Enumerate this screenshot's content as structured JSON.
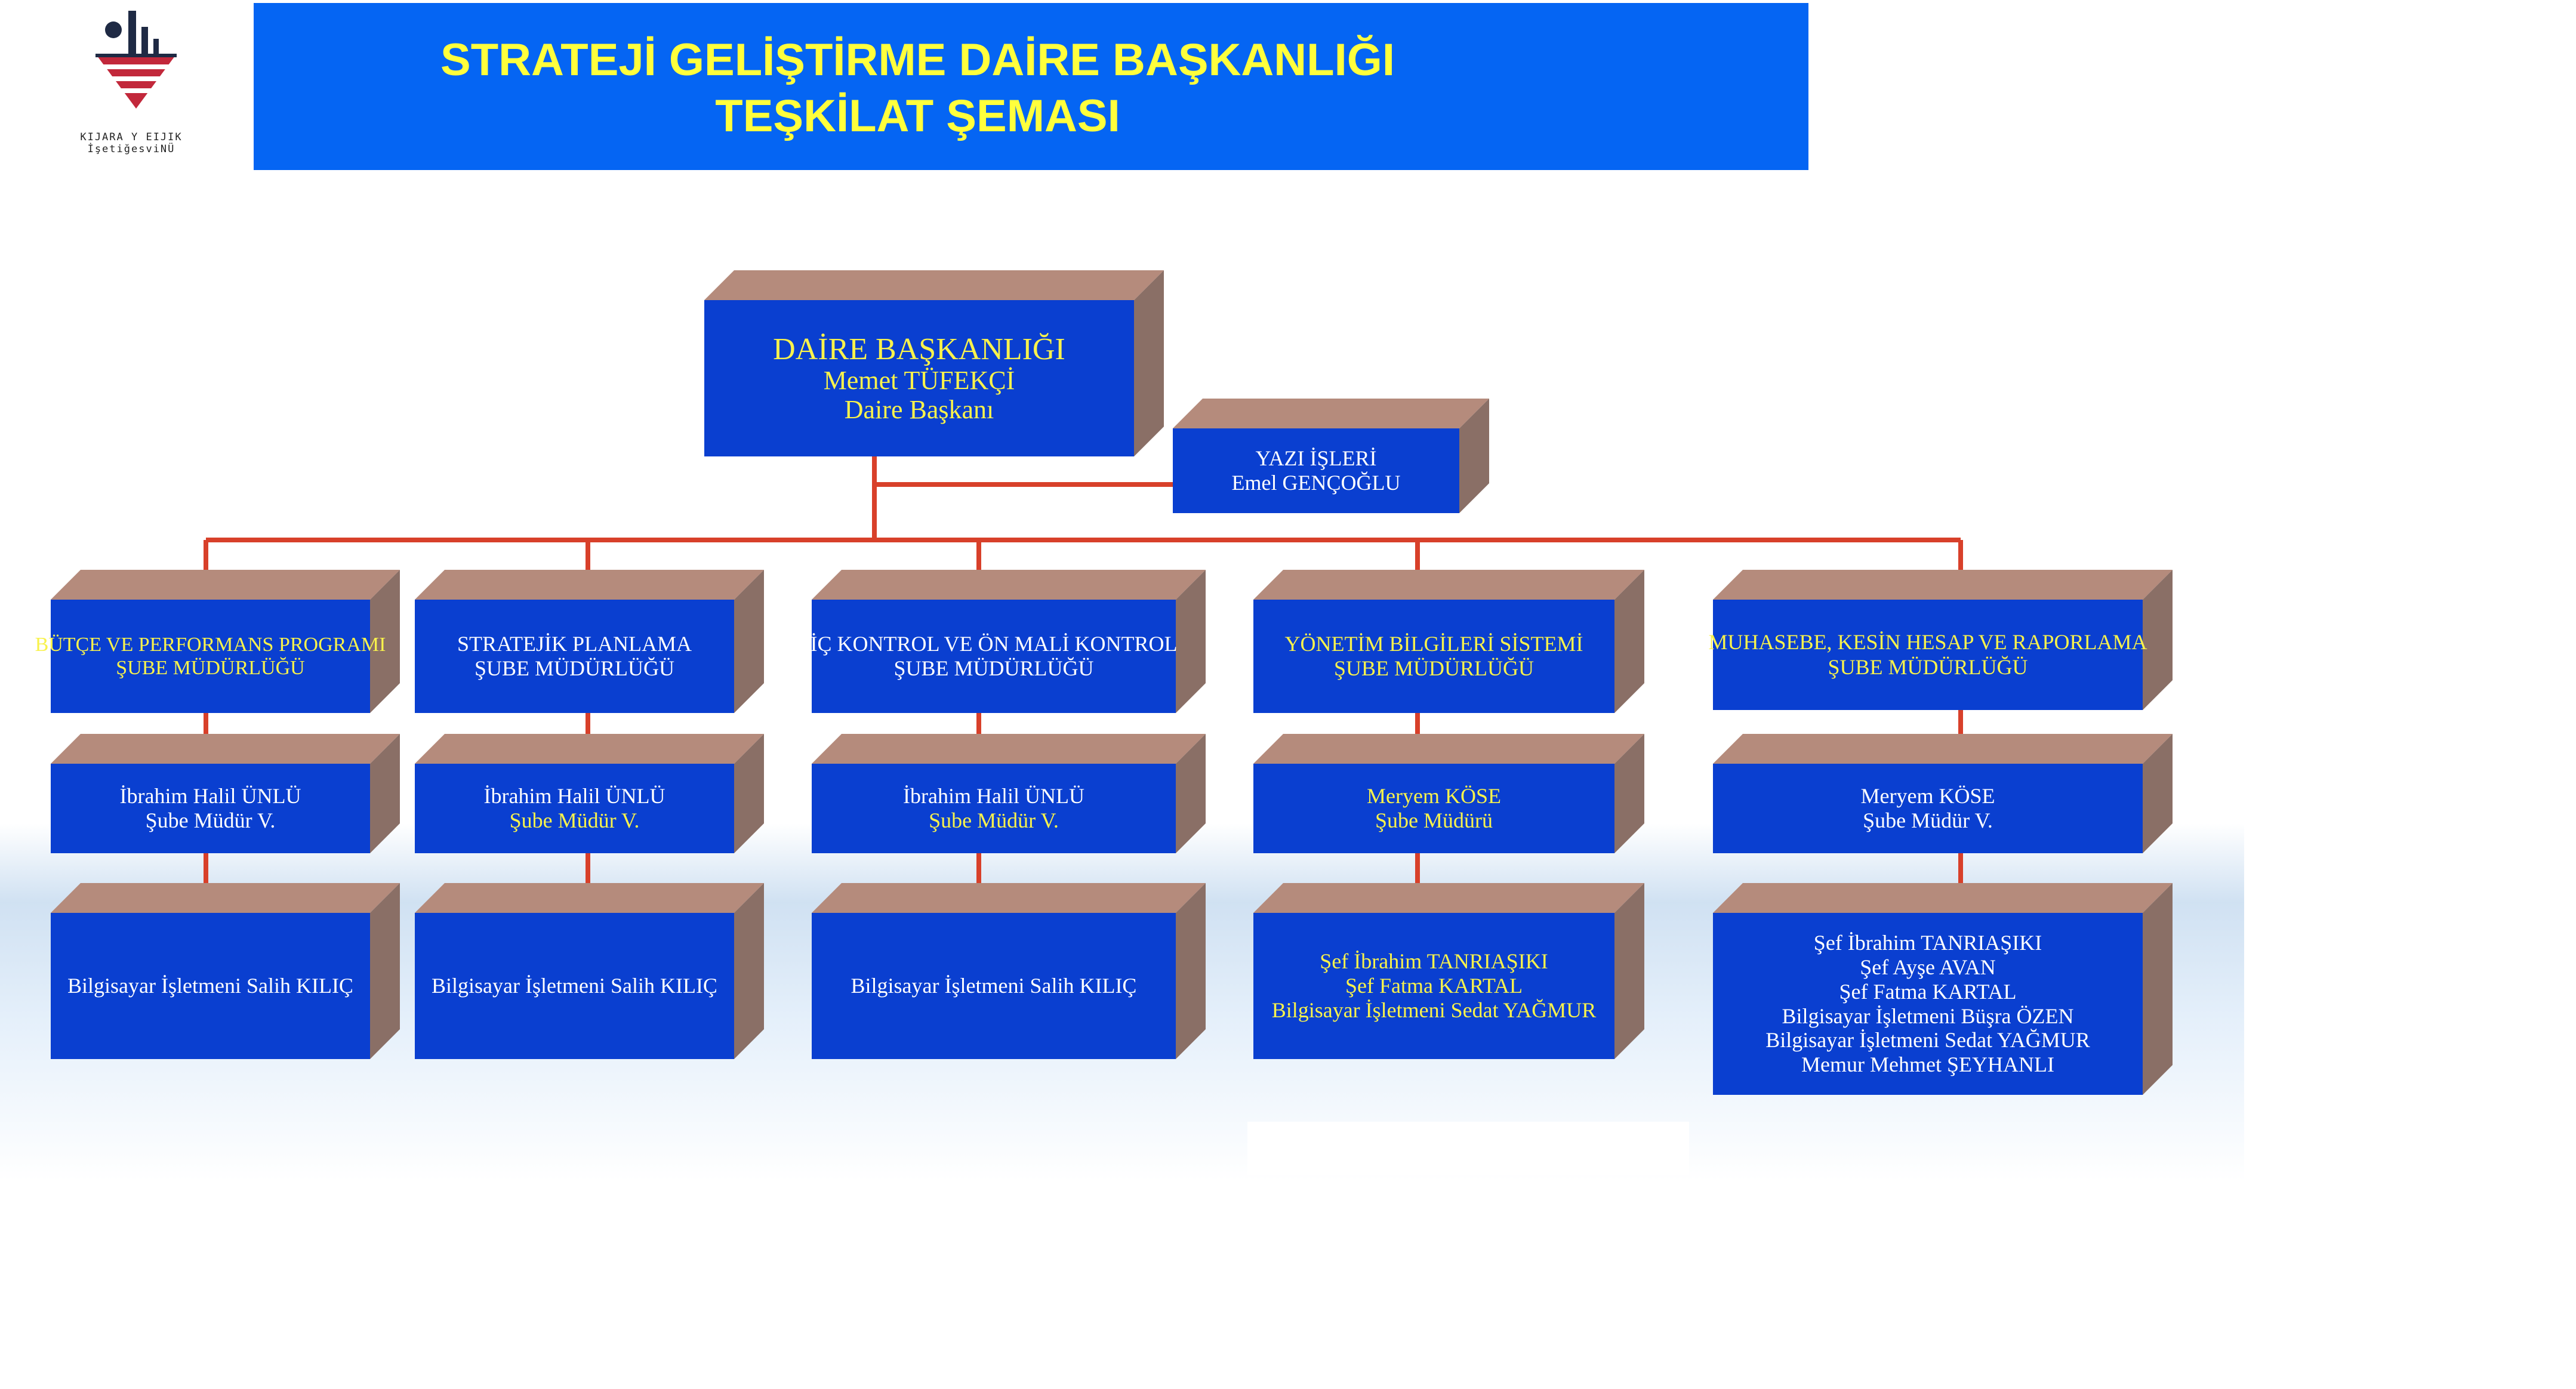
{
  "header": {
    "title_line1": "STRATEJİ GELİŞTİRME DAİRE BAŞKANLIĞI",
    "title_line2": "TEŞKİLAT ŞEMASI"
  },
  "logo": {
    "text_line1": "KIJARA Y EIJIK",
    "text_line2": "İşetiğesviNÜ"
  },
  "colors": {
    "box_front": "#0a3fd0",
    "box_top": "#b58b7c",
    "box_side": "#8a6f66",
    "connector": "#d8402a",
    "header_bg": "#0565f3",
    "title_text": "#ffff3c",
    "yellow_text": "#f8f24c"
  },
  "chart": {
    "head": {
      "lines": [
        "DAİRE BAŞKANLIĞI",
        "Memet TÜFEKÇİ",
        "Daire Başkanı"
      ]
    },
    "secretariat": {
      "lines": [
        "YAZI İŞLERİ",
        "Emel GENÇOĞLU"
      ]
    },
    "departments": [
      {
        "unit": [
          "BÜTÇE VE PERFORMANS PROGRAMI",
          "ŞUBE MÜDÜRLÜĞÜ"
        ],
        "manager": [
          "İbrahim Halil ÜNLÜ",
          "Şube Müdür V."
        ],
        "staff": [
          "Bilgisayar İşletmeni Salih KILIÇ"
        ]
      },
      {
        "unit": [
          "STRATEJİK PLANLAMA",
          "ŞUBE MÜDÜRLÜĞÜ"
        ],
        "manager": [
          "İbrahim Halil ÜNLÜ",
          "Şube Müdür V."
        ],
        "staff": [
          "Bilgisayar İşletmeni Salih KILIÇ"
        ]
      },
      {
        "unit": [
          "İÇ KONTROL VE ÖN MALİ KONTROL",
          "ŞUBE MÜDÜRLÜĞÜ"
        ],
        "manager": [
          "İbrahim Halil ÜNLÜ",
          "Şube Müdür V."
        ],
        "staff": [
          "Bilgisayar İşletmeni Salih KILIÇ"
        ]
      },
      {
        "unit": [
          "YÖNETİM BİLGİLERİ SİSTEMİ",
          "ŞUBE MÜDÜRLÜĞÜ"
        ],
        "manager": [
          "Meryem KÖSE",
          "Şube Müdürü"
        ],
        "staff": [
          "Şef İbrahim TANRIAŞIKI",
          "Şef Fatma KARTAL",
          "Bilgisayar İşletmeni Sedat YAĞMUR"
        ]
      },
      {
        "unit": [
          "MUHASEBE, KESİN HESAP VE RAPORLAMA",
          "ŞUBE MÜDÜRLÜĞÜ"
        ],
        "manager": [
          "Meryem KÖSE",
          "Şube Müdür V."
        ],
        "staff": [
          "Şef İbrahim TANRIAŞIKI",
          "Şef Ayşe AVAN",
          "Şef Fatma KARTAL",
          "Bilgisayar İşletmeni Büşra ÖZEN",
          "Bilgisayar İşletmeni Sedat YAĞMUR",
          "Memur Mehmet ŞEYHANLI"
        ]
      }
    ]
  }
}
